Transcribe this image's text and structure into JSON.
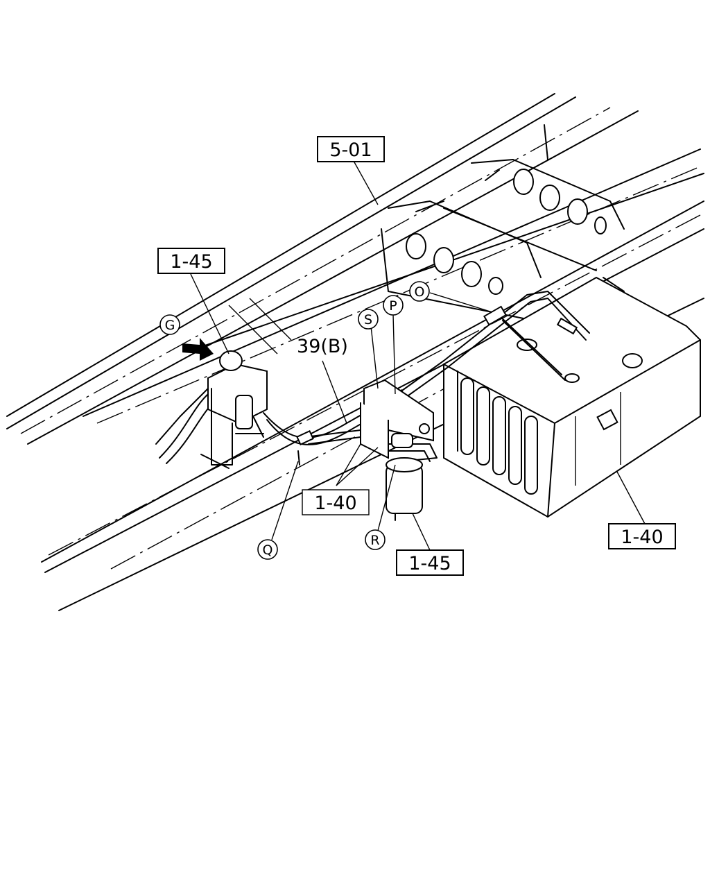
{
  "labels": {
    "frame": "5-01",
    "filter_top": "1-45",
    "filter_bottom": "1-45",
    "pipe_group": "1-40",
    "tank": "1-40",
    "pipe_b": "39(B)"
  },
  "circled": {
    "g": "G",
    "o": "O",
    "p": "P",
    "s": "S",
    "q": "Q",
    "r": "R"
  }
}
